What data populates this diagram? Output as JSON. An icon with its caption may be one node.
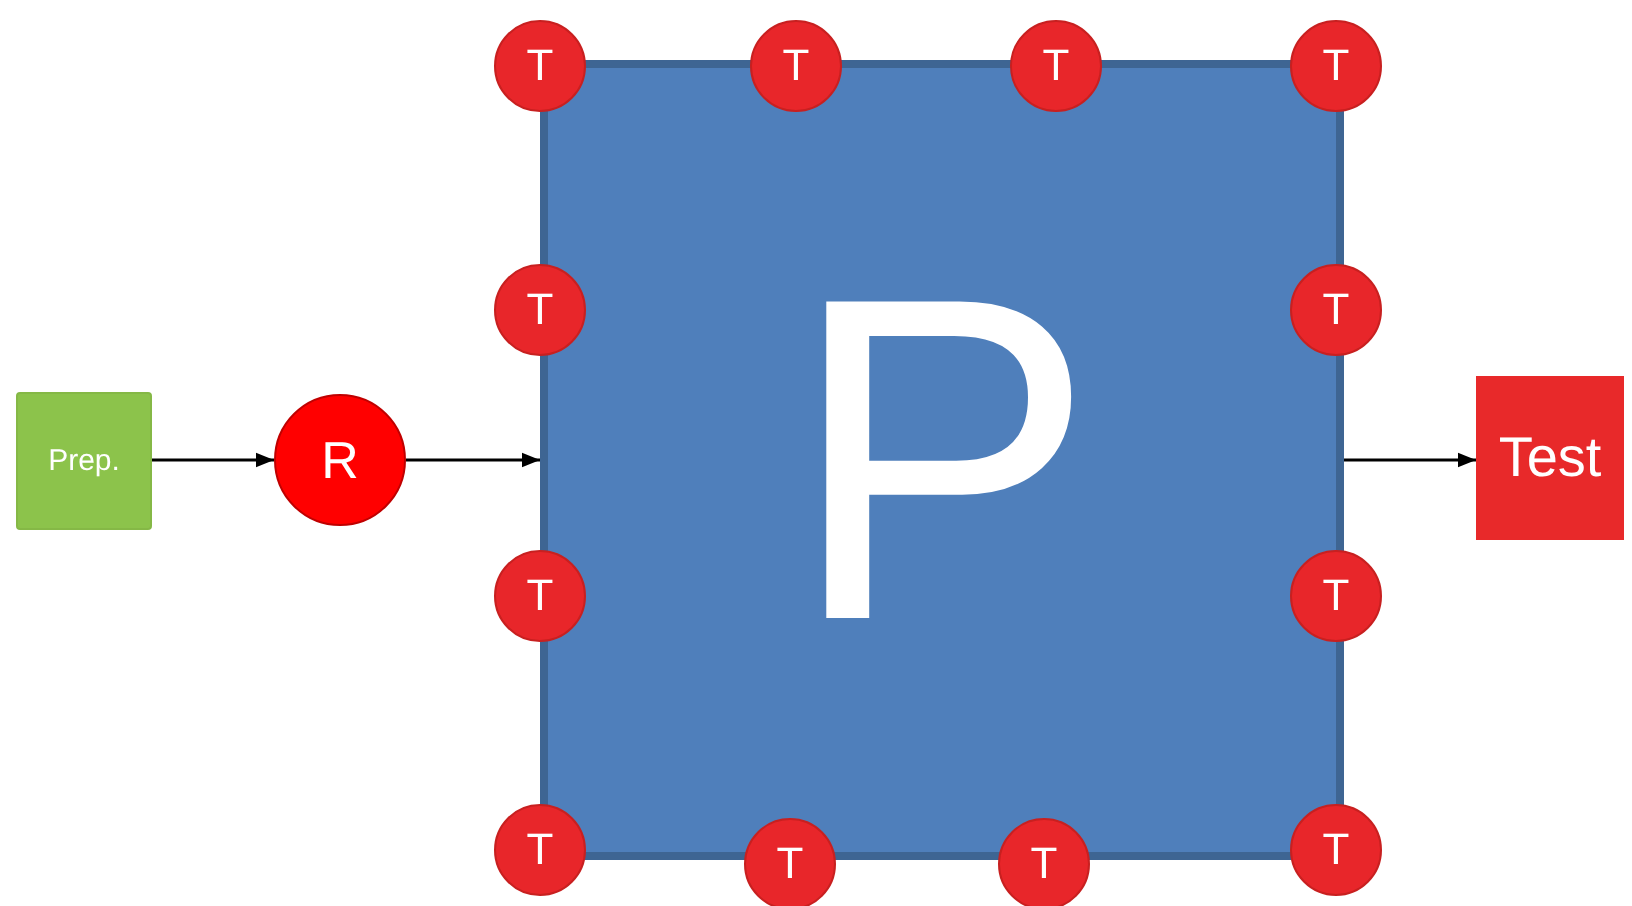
{
  "diagram": {
    "nodes": [
      {
        "text": [
          "Prep."
        ]
      },
      {
        "text": [
          "R"
        ]
      },
      {
        "text": [
          "P"
        ]
      },
      {
        "text": [
          "Test"
        ]
      },
      {
        "text": [
          "T"
        ]
      },
      {
        "text": [
          "T"
        ]
      },
      {
        "text": [
          "T"
        ]
      },
      {
        "text": [
          "T"
        ]
      },
      {
        "text": [
          "T"
        ]
      },
      {
        "text": [
          "T"
        ]
      },
      {
        "text": [
          "T"
        ]
      },
      {
        "text": [
          "T"
        ]
      },
      {
        "text": [
          "T"
        ]
      },
      {
        "text": [
          "T"
        ]
      },
      {
        "text": [
          "T"
        ]
      },
      {
        "text": [
          "T"
        ]
      }
    ],
    "edges": [
      {
        "from": 0,
        "to": 1,
        "arrow": "to"
      },
      {
        "from": 1,
        "to": 2,
        "arrow": "to"
      },
      {
        "from": 2,
        "to": 3,
        "arrow": "to"
      }
    ]
  }
}
